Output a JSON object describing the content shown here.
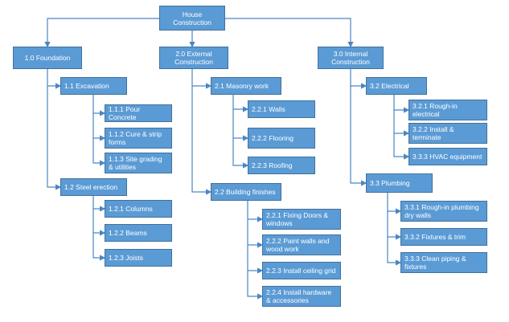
{
  "diagram": {
    "type": "work-breakdown-structure",
    "root": {
      "label": "House Construction"
    },
    "branches": [
      {
        "id": "1.0",
        "label": "1.0 Foundation",
        "children": [
          {
            "id": "1.1",
            "label": "1.1 Excavation",
            "children": [
              {
                "label": "1.1.1 Pour Concrete"
              },
              {
                "label": "1.1.2 Cure & strip forms"
              },
              {
                "label": "1.1.3 Site grading & utilities"
              }
            ]
          },
          {
            "id": "1.2",
            "label": "1.2 Steel erection",
            "children": [
              {
                "label": "1.2.1 Columns"
              },
              {
                "label": "1.2.2 Beams"
              },
              {
                "label": "1.2.3 Joists"
              }
            ]
          }
        ]
      },
      {
        "id": "2.0",
        "label": "2.0 External Construction",
        "children": [
          {
            "id": "2.1",
            "label": "2.1 Masonry work",
            "children": [
              {
                "label": "2.2.1 Walls"
              },
              {
                "label": "2.2.2 Flooring"
              },
              {
                "label": "2.2.3 Roofing"
              }
            ]
          },
          {
            "id": "2.2",
            "label": "2.2 Building finishes",
            "children": [
              {
                "label": "2.2.1 Fixing Doors & windows"
              },
              {
                "label": "2.2.2 Paint walls and wood work"
              },
              {
                "label": "2.2.3 Install ceiling grid"
              },
              {
                "label": "2.2.4 Install hardware & accessories"
              }
            ]
          }
        ]
      },
      {
        "id": "3.0",
        "label": "3.0 Internal Construction",
        "children": [
          {
            "id": "3.2",
            "label": "3.2 Electrical",
            "children": [
              {
                "label": "3.2.1 Rough-in electrical"
              },
              {
                "label": "3.2.2 Install & terminate"
              },
              {
                "label": "3.3.3 HVAC equipment"
              }
            ]
          },
          {
            "id": "3.3",
            "label": "3.3 Plumbing",
            "children": [
              {
                "label": "3.3.1 Rough-in plumbing dry walls"
              },
              {
                "label": "3.3.2 Fixtures & trim"
              },
              {
                "label": "3.3.3 Clean piping & fixtures"
              }
            ]
          }
        ]
      }
    ],
    "colors": {
      "box_fill": "#5b9bd5",
      "box_border": "#41719c",
      "connector": "#4a86c5",
      "text": "#ffffff"
    }
  }
}
